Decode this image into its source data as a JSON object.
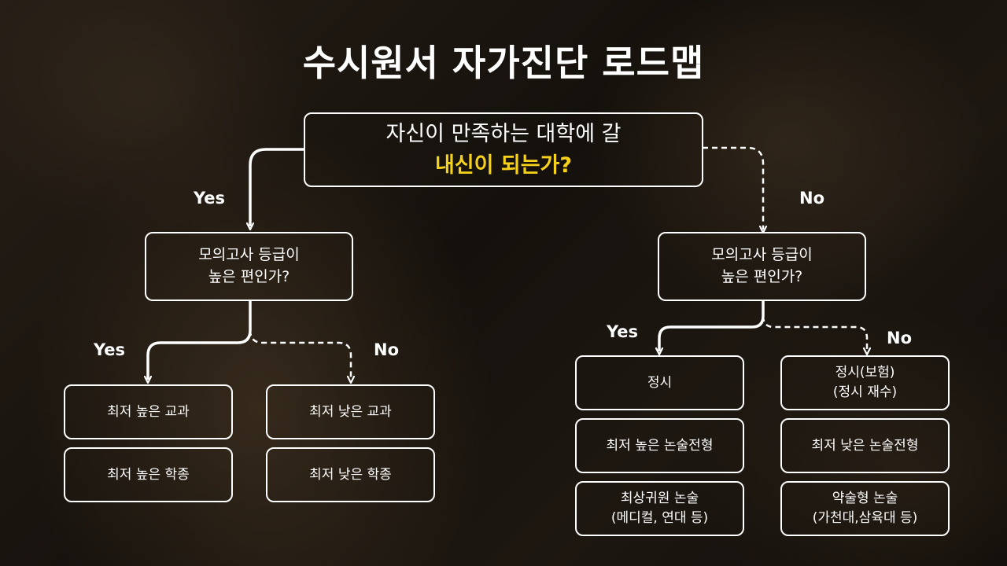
{
  "title": "수시원서 자가진단 로드맵",
  "root": {
    "line1": "자신이 만족하는 대학에 갈",
    "line2": "내신이 되는가?"
  },
  "labels": {
    "yes": "Yes",
    "no": "No"
  },
  "left": {
    "question": {
      "line1": "모의고사 등급이",
      "line2": "높은 편인가?"
    },
    "yes_results": [
      "최저 높은 교과",
      "최저 높은 학종"
    ],
    "no_results": [
      "최저 낮은 교과",
      "최저 낮은 학종"
    ]
  },
  "right": {
    "question": {
      "line1": "모의고사 등급이",
      "line2": "높은 편인가?"
    },
    "yes_results": [
      {
        "line1": "정시",
        "line2": ""
      },
      {
        "line1": "최저 높은 논술전형",
        "line2": ""
      },
      {
        "line1": "최상귀원 논술",
        "line2": "(메디컬, 연대 등)"
      }
    ],
    "no_results": [
      {
        "line1": "정시(보험)",
        "line2": "(정시 재수)"
      },
      {
        "line1": "최저 낮은 논술전형",
        "line2": ""
      },
      {
        "line1": "약술형 논술",
        "line2": "(가천대,삼육대 등)"
      }
    ]
  },
  "colors": {
    "highlight": "#f7d21a",
    "line": "#ffffff"
  }
}
